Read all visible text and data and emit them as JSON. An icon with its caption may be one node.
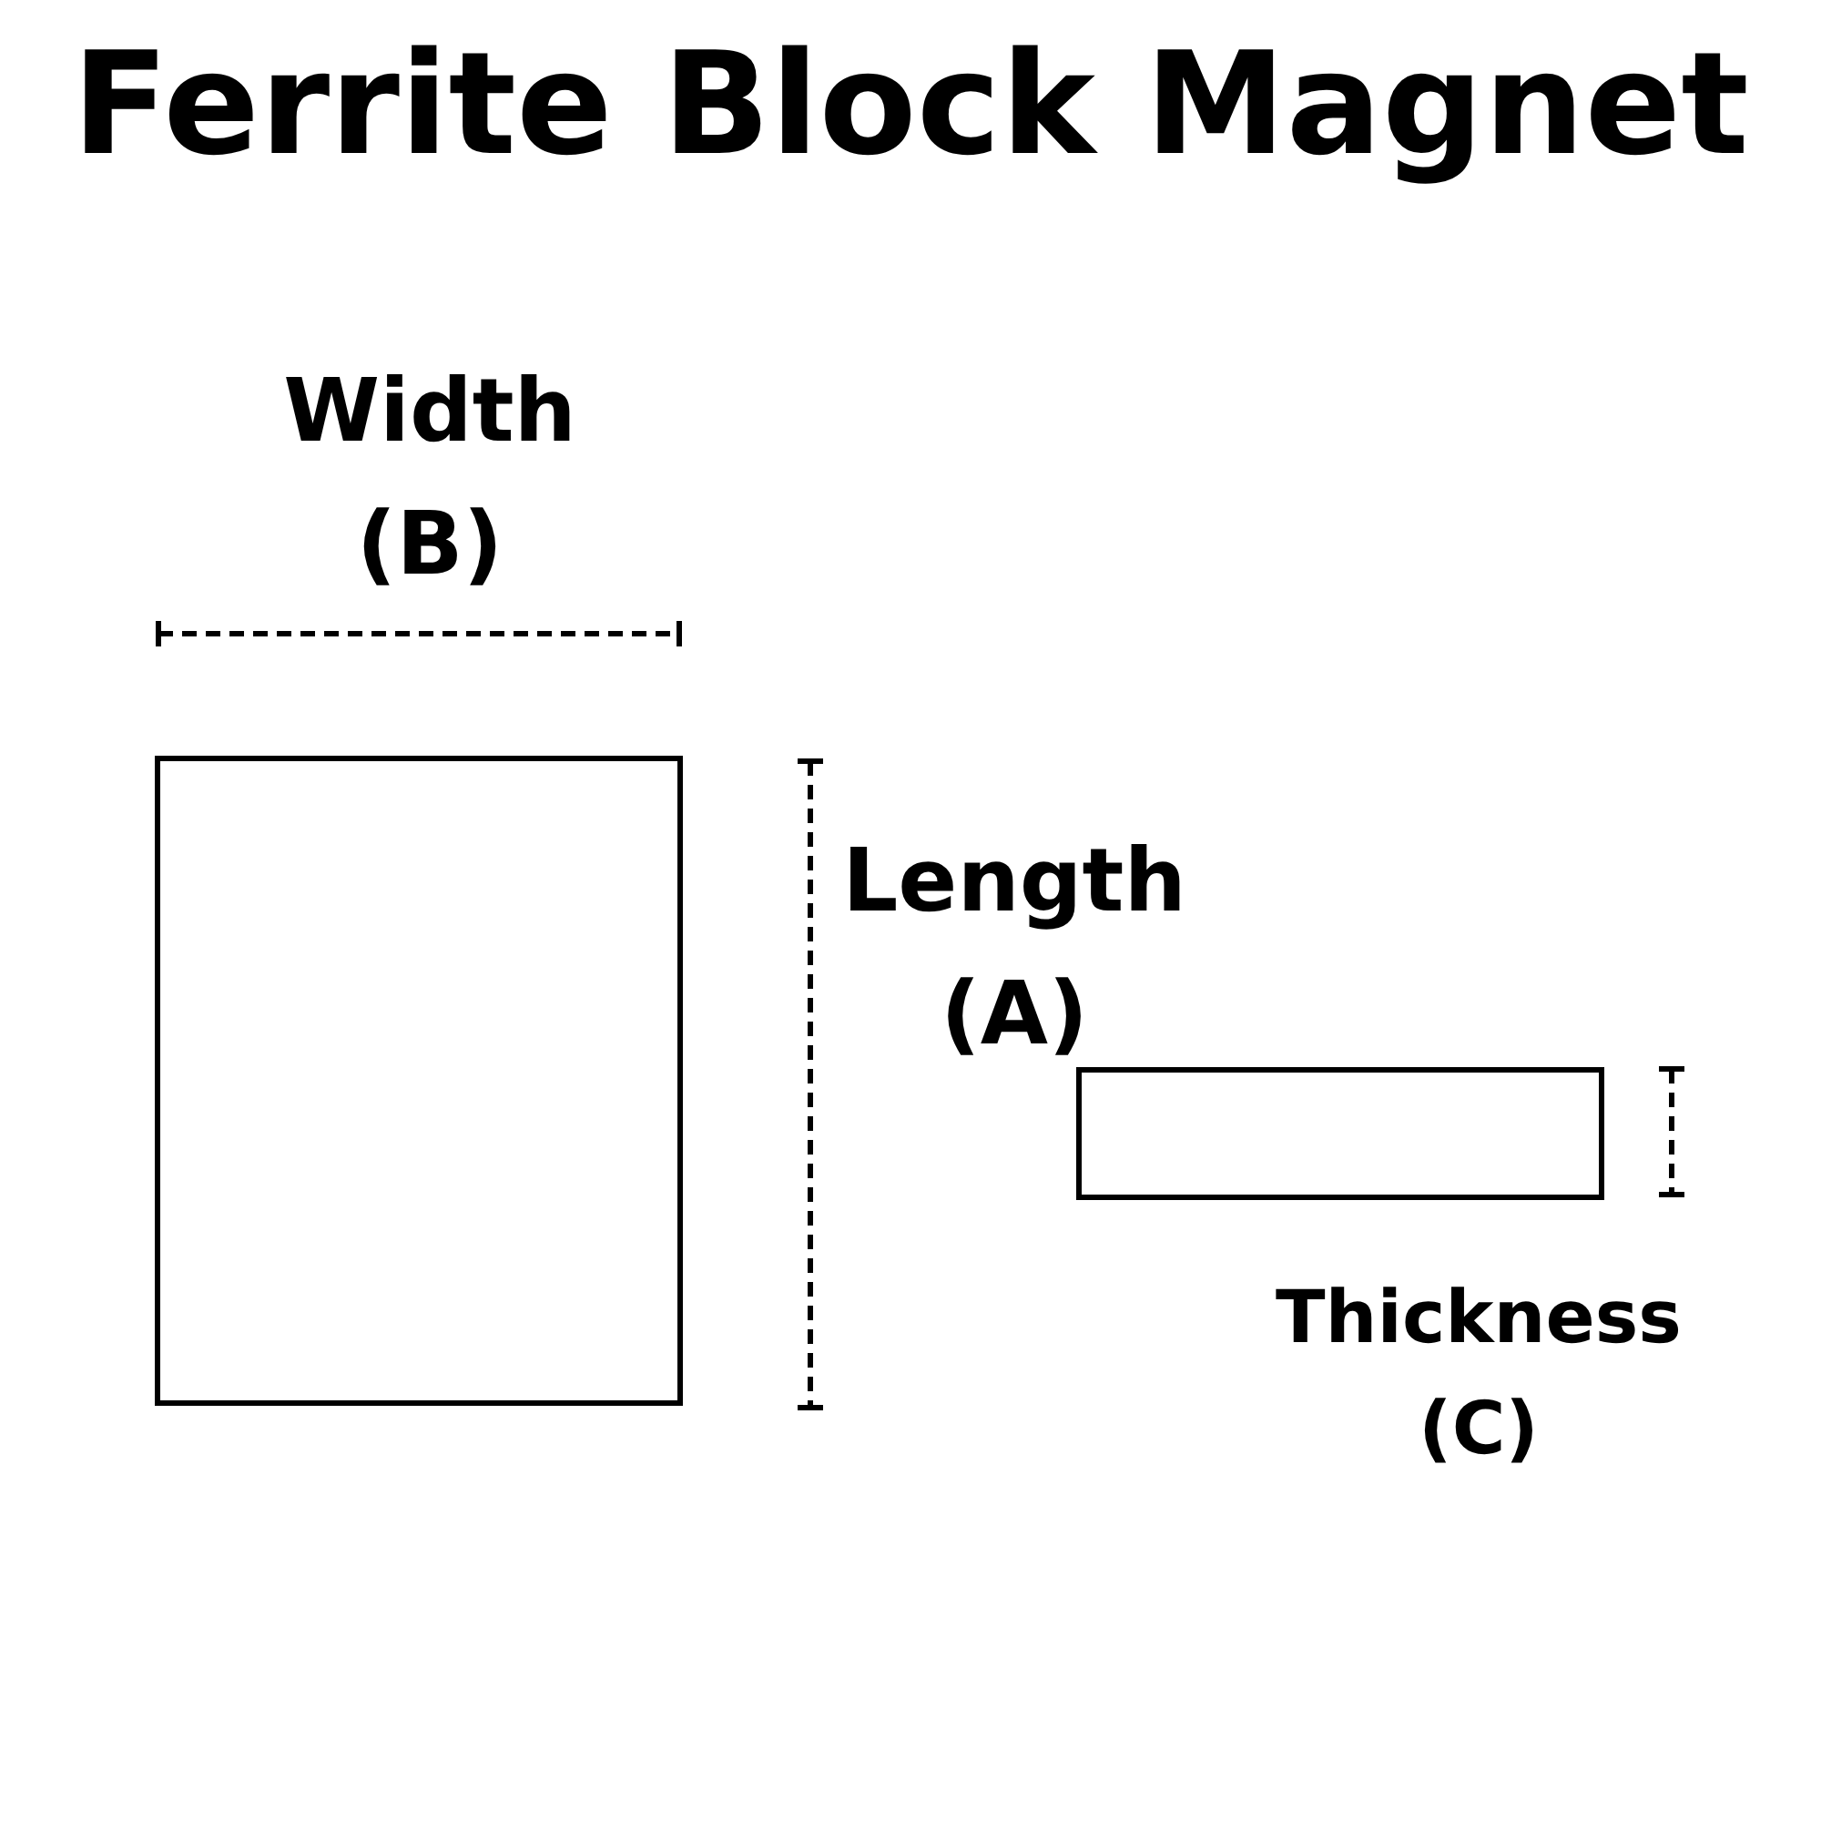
{
  "diagram": {
    "title": "Ferrite Block Magnet",
    "nodes": [
      {
        "text": [],
        "shape": "box"
      },
      {
        "text": [],
        "shape": "box"
      }
    ],
    "labels": [
      "Width (B)",
      "Length (A)",
      "Thickness (C)"
    ]
  }
}
